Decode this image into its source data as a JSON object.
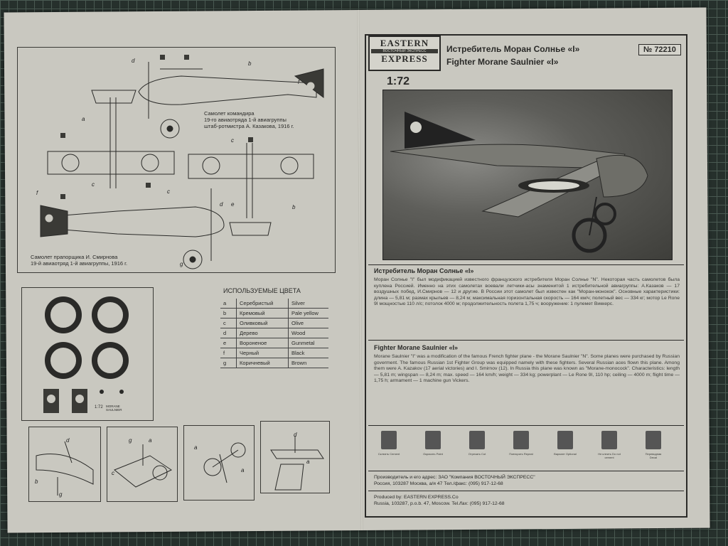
{
  "left_page": {
    "caption_commander": [
      "Самолет командира",
      "19-го авиаотряда 1-й авиагруппы",
      "штаб-ротмистра А. Казакова, 1916 г."
    ],
    "caption_ensign": [
      "Самолет прапорщика И. Смирнова",
      "19-й авиаотряд 1-й авиагруппы, 1916 г."
    ],
    "callout_letters": [
      "a",
      "b",
      "c",
      "d",
      "e",
      "f",
      "g"
    ],
    "colors_title": "ИСПОЛЬЗУЕМЫЕ ЦВЕТА",
    "colors": [
      {
        "key": "a",
        "ru": "Серебристый",
        "en": "Silver"
      },
      {
        "key": "b",
        "ru": "Кремовый",
        "en": "Pale yellow"
      },
      {
        "key": "c",
        "ru": "Оливковый",
        "en": "Olive"
      },
      {
        "key": "d",
        "ru": "Дерево",
        "en": "Wood"
      },
      {
        "key": "e",
        "ru": "Вороненое",
        "en": "Gunmetal"
      },
      {
        "key": "f",
        "ru": "Черный",
        "en": "Black"
      },
      {
        "key": "g",
        "ru": "Коричневый",
        "en": "Brown"
      }
    ],
    "decal_scale": "1:72",
    "decal_brand": "MORANE SAULNIER"
  },
  "right_page": {
    "logo": {
      "line1": "EASTERN",
      "line2": "ВОСТОЧНЫЙ ЭКСПРЕСС",
      "line3": "EXPRESS"
    },
    "title_ru": "Истребитель Моран Солнье «I»",
    "title_en": "Fighter Morane Saulnier «I»",
    "kit_number": "№ 72210",
    "scale": "1:72",
    "section_ru": {
      "heading": "Истребитель Моран Солнье «I»",
      "text": "Моран Солнье \"I\" был модификацией известного французского истребителя Моран Солнье \"N\". Некоторая часть самолетов была куплена Россией. Именно на этих самолетах воевали летчики-асы знаменитой 1 истребительной авиагруппы: А.Казаков — 17 воздушных побед, И.Смирнов — 12 и другие. В России этот самолет был известен как \"Моран-монокок\". Основные характеристики: длина — 5,81 м; размах крыльев — 8,24 м; максимальная горизонтальная скорость — 164 км/ч; полетный вес — 334 кг; мотор Le Rone 9I мощностью 110 л/с; потолок 4000 м; продолжительность полета 1,75 ч; вооружение: 1 пулемет Виккерс."
    },
    "section_en": {
      "heading": "Fighter Morane Saulnier «I»",
      "text": "Morane Saulnier \"I\" was a modification of the famous French fighter plane - the Morane Saulnier \"N\". Some planes were purchased by Russian goverment. The famous Russian 1st Fighter Group was equipped namely with these fighters. Several Russian aces flown this plane. Among them were A. Kazakov (17 aerial victories) and I. Smirnov (12). In Russia this plane was known as \"Morane-monocock\". Characteristics: length — 5,81 m; wingspan — 8,24 m; max. speed — 164 km/h; weight — 334 kg; powerplant — Le Rone 9I, 110 hp; ceiling — 4000 m; flight time — 1,75 h; armament — 1 machine gun Vickers."
    },
    "instruction_icons": [
      {
        "name": "glue-icon",
        "label": "Склеить Cement"
      },
      {
        "name": "paint-brush-icon",
        "label": "Окрасить Paint"
      },
      {
        "name": "cut-icon",
        "label": "Отрезать Cut"
      },
      {
        "name": "repeat-icon",
        "label": "Повторить Repeat"
      },
      {
        "name": "optional-icon",
        "label": "Вариант Optional"
      },
      {
        "name": "no-glue-icon",
        "label": "Не клеить Do not cement"
      },
      {
        "name": "decal-icon",
        "label": "Переводная Decal"
      }
    ],
    "producer_ru": [
      "Производитель и его адрес: ЗАО \"Компания ВОСТОЧНЫЙ ЭКСПРЕСС\"",
      "Россия, 103287 Москва, а/я 47 Тел./факс: (095) 917-12-68"
    ],
    "producer_en": [
      "Produced by: EASTERN EXPRESS.Co",
      "Russia, 103287, p.o.b. 47, Moscow. Tel./fax: (095) 917-12-68"
    ]
  },
  "colors_palette": {
    "paper": "#c9c8c0",
    "ink": "#2a2a28",
    "mat": "#26302c"
  }
}
